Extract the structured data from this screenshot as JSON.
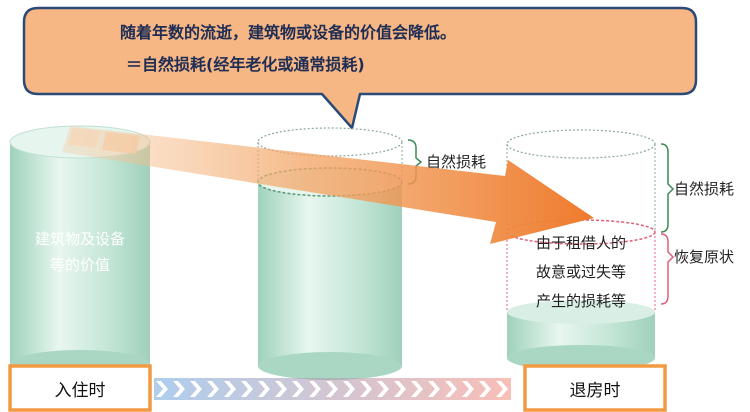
{
  "callout": {
    "line1": "随着年数的流逝，建筑物或设备的价值会降低。",
    "line2": "＝自然损耗(经年老化或通常损耗)"
  },
  "cylinder_left": {
    "label_line1": "建筑物及设备",
    "label_line2": "等的价值"
  },
  "cylinder_middle": {
    "bracket_label": "自然损耗"
  },
  "cylinder_right": {
    "label_line1": "由于租借人的",
    "label_line2": "故意或过失等",
    "label_line3": "产生的损耗等",
    "bracket_upper_label": "自然损耗",
    "bracket_lower_label": "恢复原状"
  },
  "timeline": {
    "start_label": "入住时",
    "end_label": "退房时"
  },
  "colors": {
    "callout_fill": "#f6b784",
    "callout_border": "#2c4a78",
    "cylinder_fill": "#bfe3d3",
    "cylinder_top": "#e2f3eb",
    "arrow": "#ef8133",
    "bracket_green": "#3c8a55",
    "bracket_pink": "#e0607c",
    "timeline_box_border": "#f29a42",
    "chevron_start": "#6fa4dc",
    "chevron_end": "#ef8a7c"
  }
}
